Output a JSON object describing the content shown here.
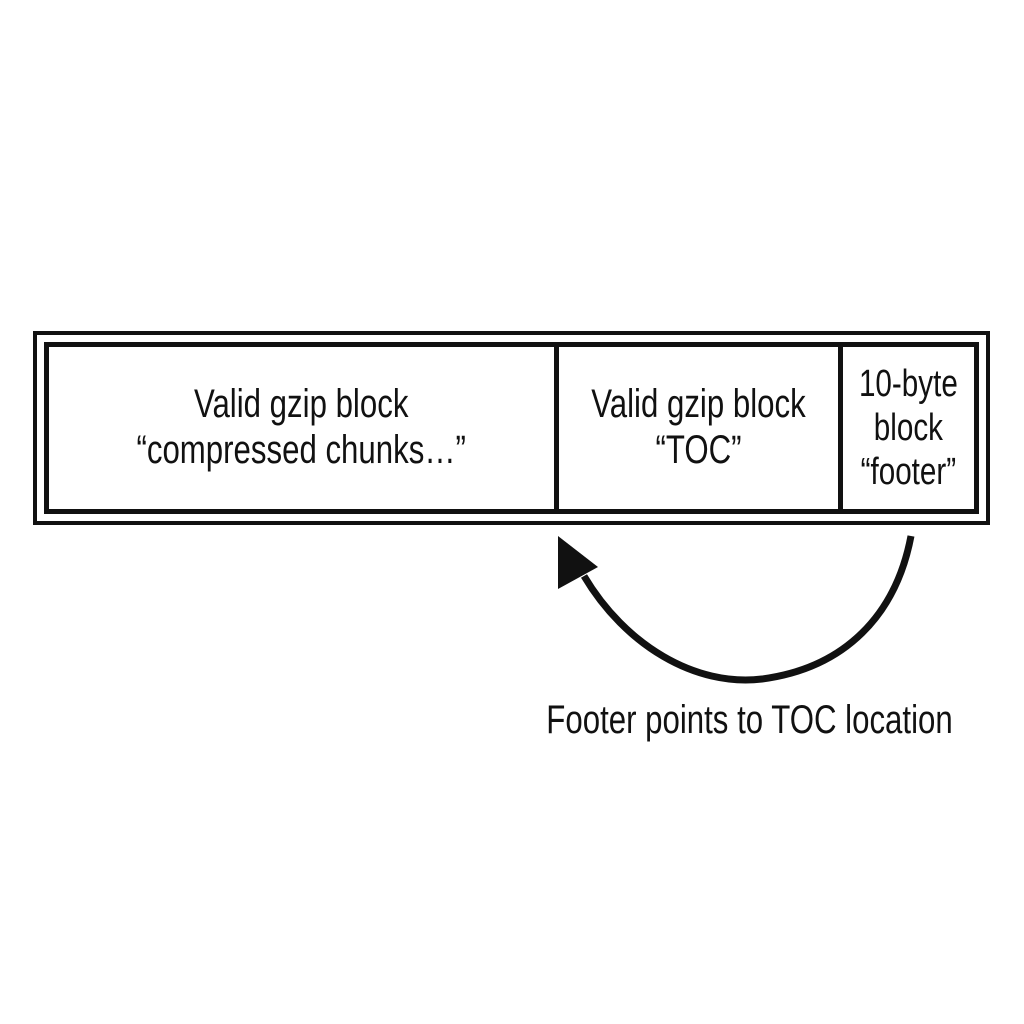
{
  "diagram": {
    "colors": {
      "ink": "#111111",
      "background": "#ffffff"
    },
    "file_structure": {
      "blocks": [
        {
          "name": "compressed-chunks-block",
          "lines": [
            "Valid gzip block",
            "“compressed chunks…”"
          ]
        },
        {
          "name": "toc-block",
          "lines": [
            "Valid gzip block",
            "“TOC”"
          ]
        },
        {
          "name": "footer-block",
          "lines": [
            "10-byte",
            "block",
            "“footer”"
          ]
        }
      ]
    },
    "arrow": {
      "name": "footer-to-toc-arrow",
      "caption": "Footer points to TOC location"
    }
  }
}
